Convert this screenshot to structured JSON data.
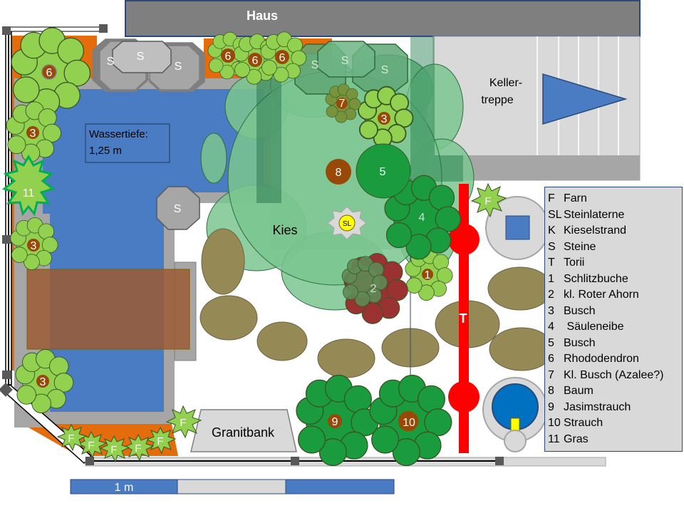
{
  "house": {
    "label": "Haus"
  },
  "stairs": {
    "label_line1": "Keller-",
    "label_line2": "treppe"
  },
  "pond": {
    "depth_line1": "Wassertiefe:",
    "depth_line2": "1,25 m"
  },
  "gravel_label": "Kies",
  "bench_label": "Granitbank",
  "torii_label": "T",
  "lantern_label": "SL",
  "scale": {
    "label": "1 m"
  },
  "markers": {
    "stone": "S",
    "fern": "F",
    "n1": "1",
    "n2": "2",
    "n3": "3",
    "n4": "4",
    "n5": "5",
    "n6": "6",
    "n7": "7",
    "n8": "8",
    "n9": "9",
    "n10": "10",
    "n11": "11"
  },
  "legend": [
    {
      "key": "F",
      "text": "Farn"
    },
    {
      "key": "SL",
      "text": "Steinlaterne"
    },
    {
      "key": "K",
      "text": "Kieselstrand"
    },
    {
      "key": "S",
      "text": "Steine"
    },
    {
      "key": "T",
      "text": "Torii"
    },
    {
      "key": "1",
      "text": "Schlitzbuche"
    },
    {
      "key": "2",
      "text": "kl. Roter Ahorn"
    },
    {
      "key": "3",
      "text": "Busch"
    },
    {
      "key": "4",
      "text": " Säuleneibe"
    },
    {
      "key": "5",
      "text": "Busch"
    },
    {
      "key": "6",
      "text": "Rhododendron"
    },
    {
      "key": "7",
      "text": "Kl. Busch (Azalee?)"
    },
    {
      "key": "8",
      "text": "Baum"
    },
    {
      "key": "9",
      "text": "Jasimstrauch"
    },
    {
      "key": "10",
      "text": "Strauch"
    },
    {
      "key": "11",
      "text": "Gras"
    }
  ],
  "colors": {
    "water": "#4a7cc4",
    "border_grey": "#a6a6a6",
    "orange_bed": "#e46c0a",
    "bush_light": "#92d050",
    "bush_dark": "#1a9c3e",
    "gravel": "#7ac58f",
    "stepping_stone": "#958a55",
    "torii": "#ff0000",
    "house": "#7f7f7f",
    "legend_bg": "#d9d9d9"
  }
}
